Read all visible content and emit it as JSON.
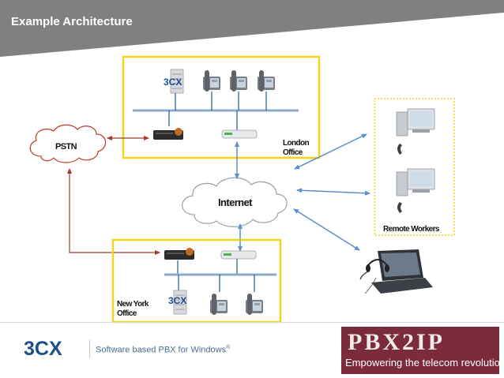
{
  "slide": {
    "title": "Example Architecture"
  },
  "diagram": {
    "labels": {
      "pstn": "PSTN",
      "internet": "Internet",
      "london_line1": "London",
      "london_line2": "Office",
      "newyork_line1": "New York",
      "newyork_line2": "Office",
      "remote_workers": "Remote Workers",
      "pbx_badge": "3CX"
    }
  },
  "footer": {
    "brand": "3CX",
    "tagline": "Software based PBX for Windows",
    "tagline_mark": "®",
    "partner_logo": "PBX2IP",
    "partner_slogan": "Empowering the telecom revolution"
  },
  "colors": {
    "header": "#7f7f7f",
    "office_border": "#f2d21c",
    "lan_bar": "#8ea9c9",
    "internet_link": "#5b8ec9",
    "pstn_link": "#a33a2c",
    "partner_bg": "#7b2b3b",
    "brand_blue": "#1e4f8c"
  }
}
